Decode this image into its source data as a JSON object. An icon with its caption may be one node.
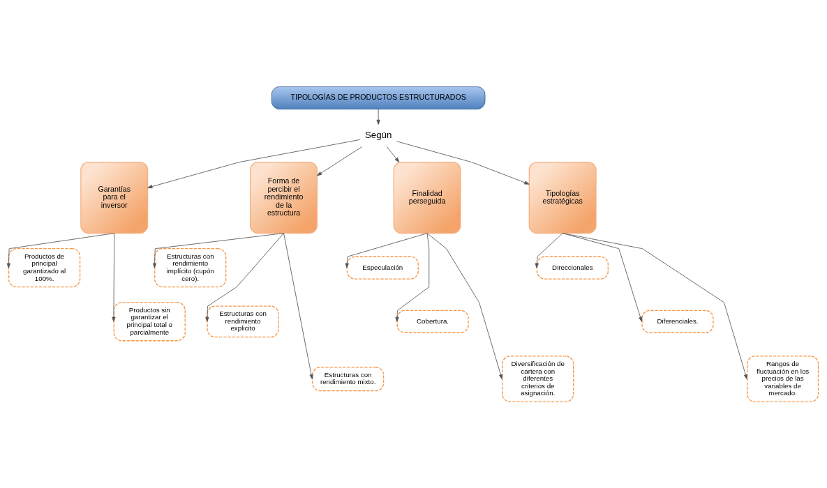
{
  "diagram": {
    "nodes": [
      {
        "text": [
          "TIPOLOGÍAS DE PRODUCTOS ESTRUCTURADOS"
        ]
      },
      {
        "text": [
          "Según"
        ]
      },
      {
        "text": [
          "Garantías para el inversor"
        ]
      },
      {
        "text": [
          "Forma de percibir el rendimiento de la estructura"
        ]
      },
      {
        "text": [
          "Finalidad perseguida"
        ]
      },
      {
        "text": [
          "Tipologías estratégicas"
        ]
      },
      {
        "text": [
          "Productos de principal garantizado al 100%."
        ]
      },
      {
        "text": [
          "Productos sin garantizar el principal total o parcialmente"
        ]
      },
      {
        "text": [
          "Estructuras con rendimiento implícito (cupón cero)."
        ]
      },
      {
        "text": [
          "Estructuras con rendimiento explicito"
        ]
      },
      {
        "text": [
          "Estructuras con rendimiento mixto."
        ]
      },
      {
        "text": [
          "Especulación"
        ]
      },
      {
        "text": [
          "Cobertura."
        ]
      },
      {
        "text": [
          "Diversificación de cartera con diferentes criterios de asignación."
        ]
      },
      {
        "text": [
          "Direccionales"
        ]
      },
      {
        "text": [
          "Diferenciales."
        ]
      },
      {
        "text": [
          "Rangos de fluctuación en los precios de las variables de mercado."
        ]
      }
    ],
    "edges": [
      {
        "from": 0,
        "to": 1,
        "arrow": "to"
      },
      {
        "from": 1,
        "to": 2,
        "arrow": "to"
      },
      {
        "from": 1,
        "to": 3,
        "arrow": "to"
      },
      {
        "from": 1,
        "to": 4,
        "arrow": "to"
      },
      {
        "from": 1,
        "to": 5,
        "arrow": "to"
      },
      {
        "from": 2,
        "to": 6,
        "arrow": "to"
      },
      {
        "from": 2,
        "to": 7,
        "arrow": "to"
      },
      {
        "from": 3,
        "to": 8,
        "arrow": "to"
      },
      {
        "from": 3,
        "to": 9,
        "arrow": "to"
      },
      {
        "from": 3,
        "to": 10,
        "arrow": "to"
      },
      {
        "from": 4,
        "to": 11,
        "arrow": "to"
      },
      {
        "from": 4,
        "to": 12,
        "arrow": "to"
      },
      {
        "from": 4,
        "to": 13,
        "arrow": "to"
      },
      {
        "from": 5,
        "to": 14,
        "arrow": "to"
      },
      {
        "from": 5,
        "to": 15,
        "arrow": "to"
      },
      {
        "from": 5,
        "to": 16,
        "arrow": "to"
      }
    ]
  }
}
